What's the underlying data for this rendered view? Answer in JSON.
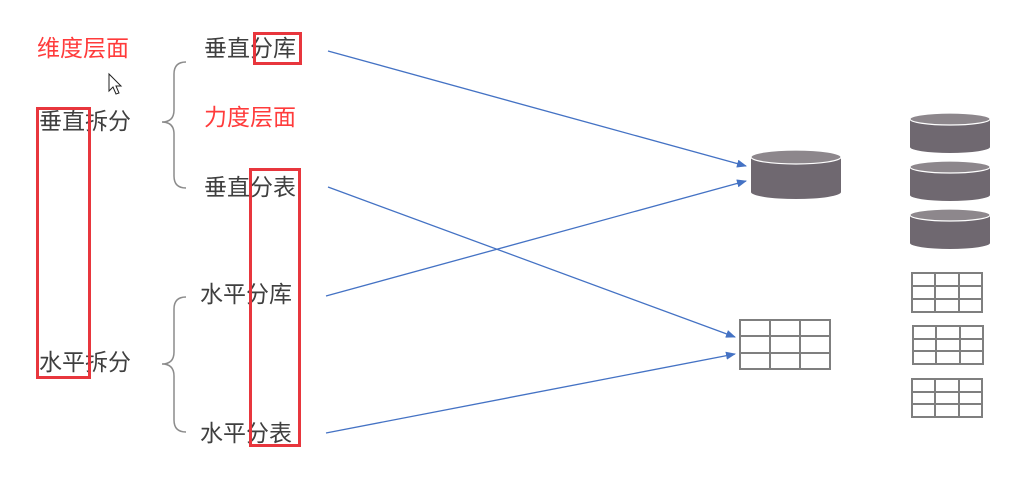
{
  "labels": {
    "dimension_level": "维度层面",
    "granularity_level": "力度层面",
    "vertical_split": "垂直拆分",
    "horizontal_split": "水平拆分",
    "vertical_db": "垂直分库",
    "vertical_table": "垂直分表",
    "horizontal_db": "水平分库",
    "horizontal_table": "水平分表"
  },
  "colors": {
    "emphasis_red": "#ff3b3b",
    "text_gray": "#3f3f3f",
    "highlight_box": "#e8363d",
    "arrow_blue": "#4472c4",
    "db_fill": "#6f6870",
    "table_stroke": "#7f7f7f"
  },
  "icons": {
    "database": "database-cylinder-icon",
    "table": "table-grid-icon",
    "cursor": "mouse-cursor-icon"
  }
}
